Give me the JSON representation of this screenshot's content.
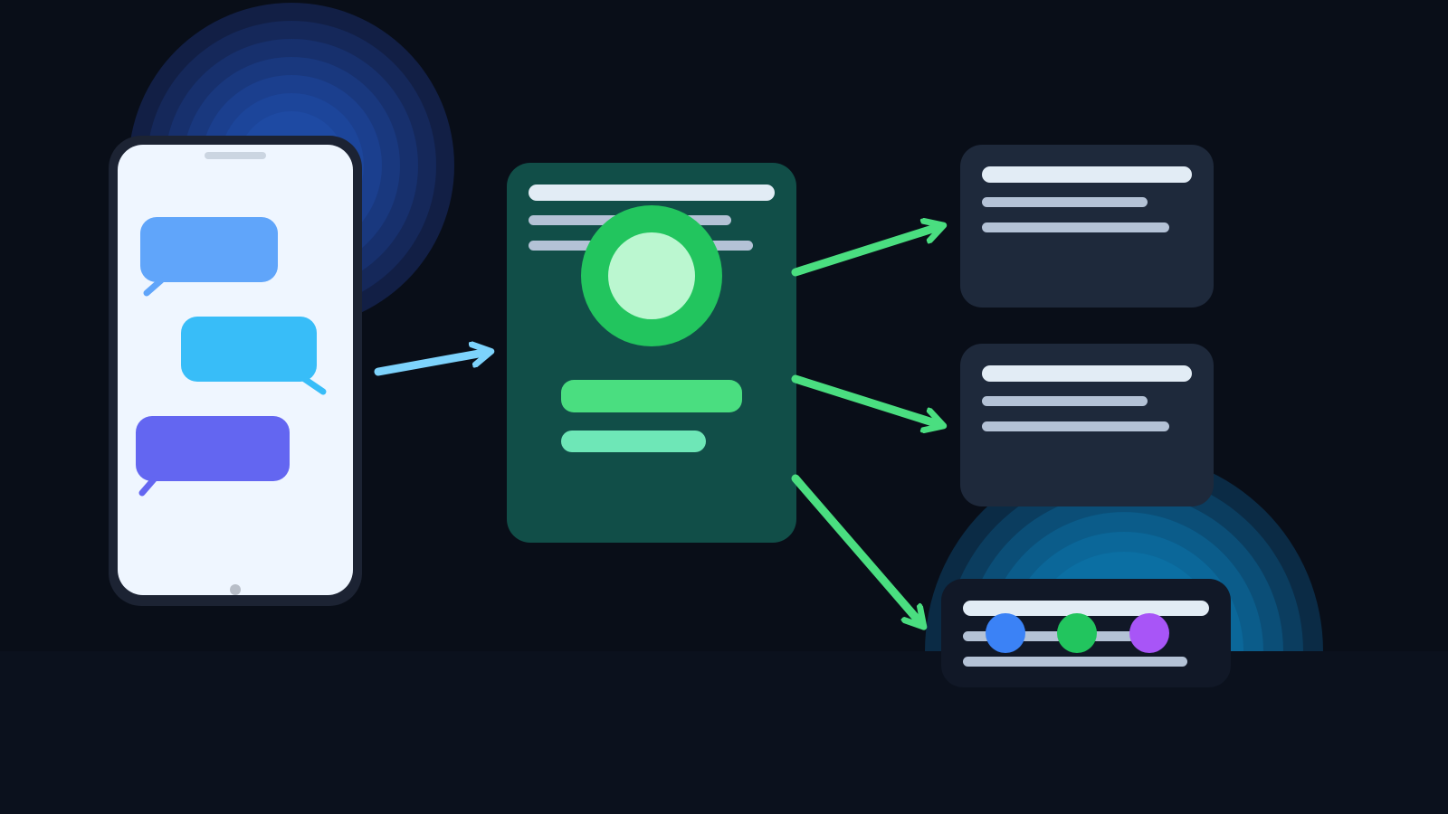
{
  "colors": {
    "background": "#090e18",
    "floor": "#0b111d",
    "glow_blue": "#1e4fb8",
    "glow_teal": "#0a6fa3",
    "phone_frame": "#1c2333",
    "phone_screen": "#eff6ff",
    "bubble_1": "#60a5fa",
    "bubble_2": "#38bdf8",
    "bubble_3": "#6366f1",
    "arrow_input": "#7dd3fc",
    "arrow_output": "#4ade80",
    "processor_card": "#114e48",
    "processor_ring": "#22c55e",
    "processor_core": "#bbf7d0",
    "processor_bar_1": "#4ade80",
    "processor_bar_2": "#6ee7b7",
    "output_card": "#1e293b",
    "output_card_dark": "#111827",
    "text_line_light": "#e2ecf5",
    "text_line_muted": "#b4c2d6",
    "dot_blue": "#3b82f6",
    "dot_green": "#22c55e",
    "dot_purple": "#a855f7"
  },
  "diagram": {
    "phone": {
      "icon": "smartphone-icon",
      "bubbles": [
        "chat-bubble-icon",
        "chat-bubble-icon",
        "chat-bubble-icon"
      ]
    },
    "processor": {
      "icon": "processing-node-icon"
    },
    "outputs": [
      {
        "icon": "document-card-icon"
      },
      {
        "icon": "document-card-icon"
      },
      {
        "icon": "document-card-icon",
        "dots": [
          "blue",
          "green",
          "purple"
        ]
      }
    ]
  }
}
